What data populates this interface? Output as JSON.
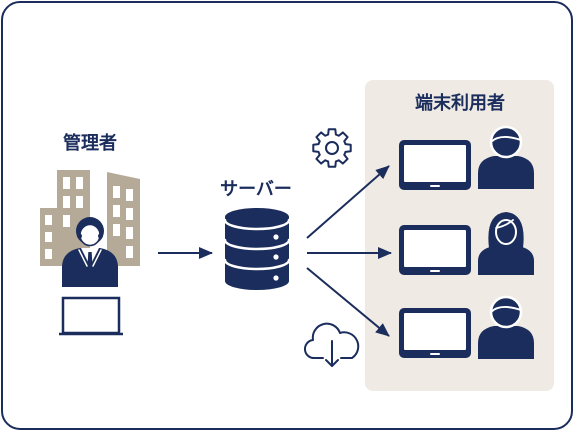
{
  "labels": {
    "admin": "管理者",
    "server": "サーバー",
    "end_users": "端末利用者"
  },
  "colors": {
    "navy": "#1b2d5c",
    "panel": "#efebe4",
    "building": "#b4aa97",
    "background": "#ffffff"
  },
  "icons": {
    "admin": "businessman-icon",
    "buildings": "office-buildings-icon",
    "admin_device": "computer-monitor-icon",
    "server": "database-server-icon",
    "settings": "gear-icon",
    "download": "cloud-download-icon",
    "devices": "tablet-icon",
    "users": [
      "user-male-icon",
      "user-female-icon",
      "user-male-icon"
    ]
  }
}
